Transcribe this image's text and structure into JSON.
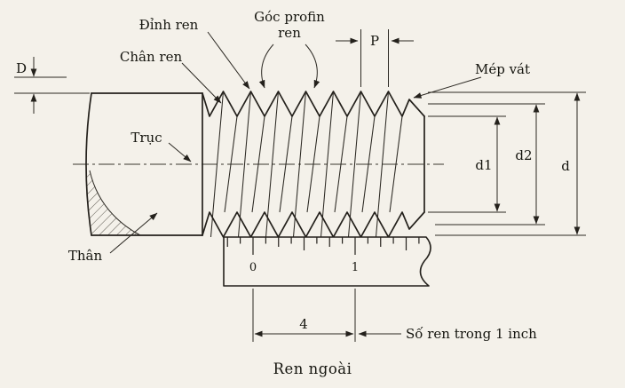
{
  "caption": "Ren ngoài",
  "labels": {
    "crest": "Đỉnh ren",
    "root": "Chân ren",
    "profile_angle": [
      "Góc profin",
      "ren"
    ],
    "pitch": "P",
    "chamfer": "Mép vát",
    "axis": "Trục",
    "body": "Thân",
    "tpi_note": "Số ren trong 1 inch"
  },
  "dimensions": {
    "D": "D",
    "d": "d",
    "d1": "d1",
    "d2": "d2",
    "threads_per_inch": "4"
  },
  "ruler": {
    "tick_0": "0",
    "tick_1": "1"
  },
  "colors": {
    "background": "#f4f1ea",
    "line": "#24211c"
  }
}
